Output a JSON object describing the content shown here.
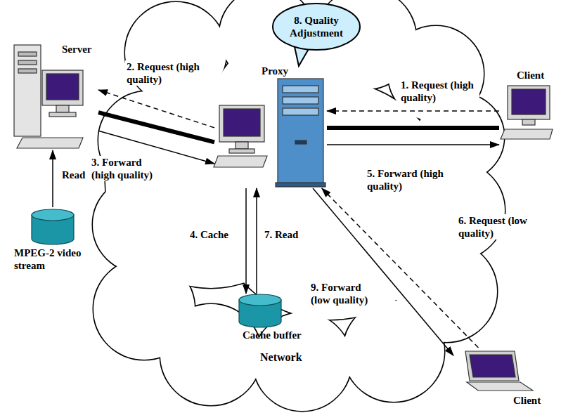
{
  "diagram": {
    "nodes": [
      {
        "text": [
          "Server"
        ]
      },
      {
        "text": [
          "Proxy"
        ]
      },
      {
        "text": [
          "Client"
        ]
      },
      {
        "text": [
          "Client"
        ]
      },
      {
        "text": [
          "MPEG-2 video stream"
        ]
      },
      {
        "text": [
          "Cache buffer"
        ]
      },
      {
        "text": [
          "8. Quality Adjustment"
        ]
      }
    ],
    "edges": [
      {
        "from": 4,
        "to": 0,
        "label": "Read",
        "arrow": "to"
      },
      {
        "from": 1,
        "to": 0,
        "label": "2. Request (high quality)",
        "arrow": "to"
      },
      {
        "from": 0,
        "to": 1,
        "label": "3. Forward (high quality)",
        "arrow": "to"
      },
      {
        "from": 0,
        "to": 1,
        "arrow": "none"
      },
      {
        "from": 2,
        "to": 1,
        "label": "1. Request (high quality)",
        "arrow": "to"
      },
      {
        "from": 1,
        "to": 2,
        "label": "5. Forward (high quality)",
        "arrow": "to"
      },
      {
        "from": 1,
        "to": 2,
        "arrow": "none"
      },
      {
        "from": 1,
        "to": 5,
        "label": "4. Cache",
        "arrow": "to"
      },
      {
        "from": 5,
        "to": 1,
        "label": "7. Read",
        "arrow": "to"
      },
      {
        "from": 3,
        "to": 1,
        "label": "6. Request (low quality)",
        "arrow": "to"
      },
      {
        "from": 1,
        "to": 3,
        "label": "9. Forward (low quality)",
        "arrow": "to"
      }
    ],
    "labels": [
      "Network"
    ]
  }
}
